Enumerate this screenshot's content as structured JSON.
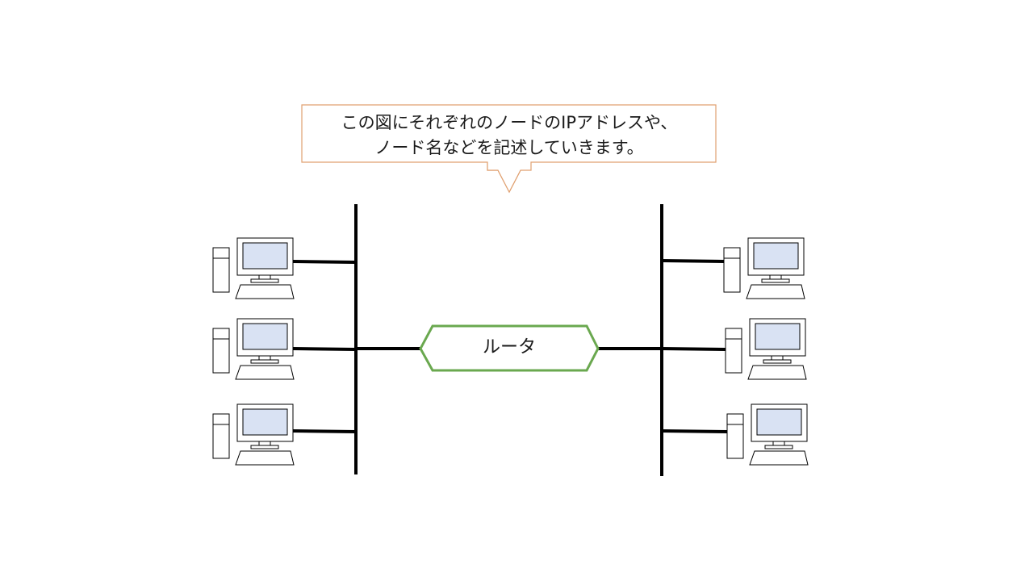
{
  "callout": {
    "line1": "この図にそれぞれのノードのIPアドレスや、",
    "line2": "ノード名などを記述していきます。",
    "border_color": "#e0a070"
  },
  "router": {
    "label": "ルータ",
    "border_color": "#6aa84f"
  },
  "networks": {
    "left": {
      "node_count": 3
    },
    "right": {
      "node_count": 3
    }
  },
  "colors": {
    "line": "#000000",
    "screen": "#d9e2f3"
  }
}
